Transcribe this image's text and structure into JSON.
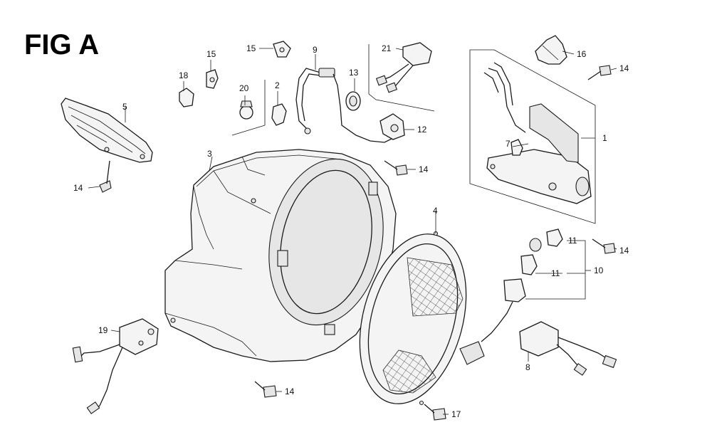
{
  "figure": {
    "title": "FIG A"
  },
  "callouts": {
    "c1": "1",
    "c2": "2",
    "c3": "3",
    "c4": "4",
    "c5": "5",
    "c7": "7",
    "c8": "8",
    "c9": "9",
    "c10": "10",
    "c11a": "11",
    "c11b": "11",
    "c12": "12",
    "c13": "13",
    "c14a": "14",
    "c14b": "14",
    "c14c": "14",
    "c14d": "14",
    "c14e": "14",
    "c15a": "15",
    "c15b": "15",
    "c16": "16",
    "c17": "17",
    "c18": "18",
    "c19": "19",
    "c20": "20",
    "c21": "21"
  },
  "colors": {
    "line": "#1a1a1a",
    "background": "#ffffff"
  }
}
